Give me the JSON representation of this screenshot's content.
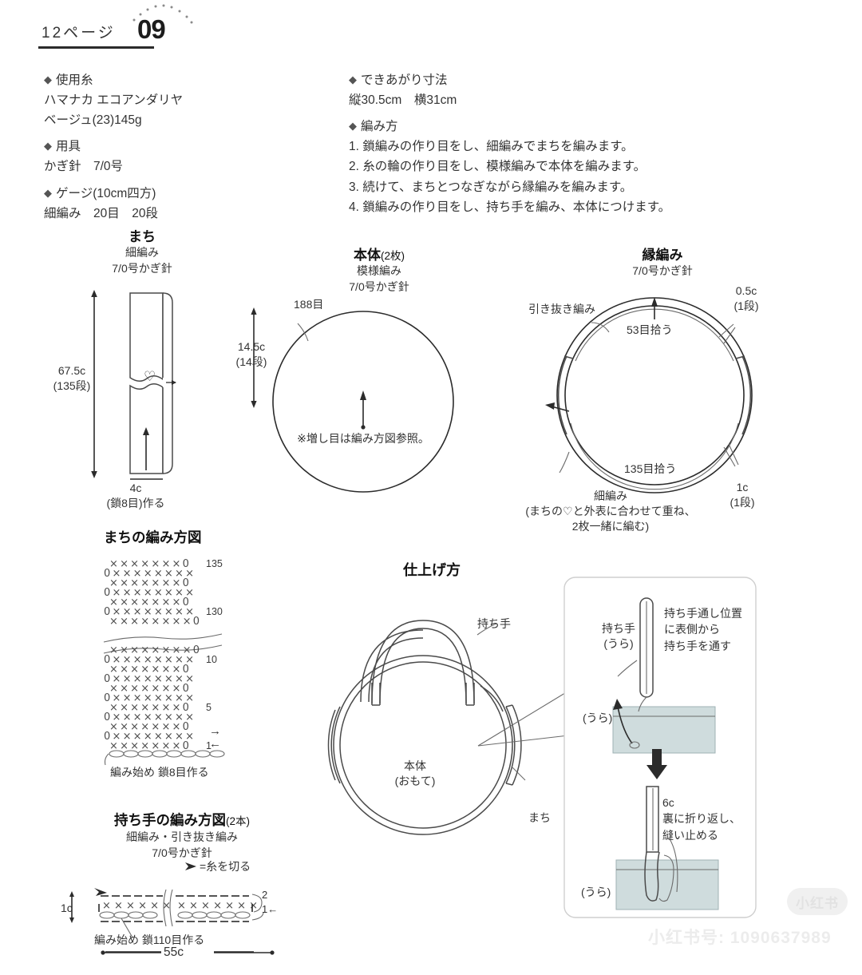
{
  "header": {
    "page_label": "12ページ",
    "number": "09"
  },
  "info_left": {
    "yarn_heading": "使用糸",
    "yarn_brand": "ハマナカ エコアンダリヤ",
    "yarn_color": "ベージュ(23)145g",
    "tools_heading": "用具",
    "tools_value": "かぎ針　7/0号",
    "gauge_heading": "ゲージ(10cm四方)",
    "gauge_value": "細編み　20目　20段"
  },
  "info_right": {
    "size_heading": "できあがり寸法",
    "size_value": "縦30.5cm　横31cm",
    "method_heading": "編み方",
    "steps": [
      "1. 鎖編みの作り目をし、細編みでまちを編みます。",
      "2. 糸の輪の作り目をし、模様編みで本体を編みます。",
      "3. 続けて、まちとつなぎながら縁編みを編みます。",
      "4. 鎖編みの作り目をし、持ち手を編み、本体につけます。"
    ]
  },
  "gusset": {
    "title": "まち",
    "sub1": "細編み",
    "sub2": "7/0号かぎ針",
    "height_label": "67.5c",
    "height_rows": "(135段)",
    "width_label": "4c",
    "width_note": "(鎖8目)作る",
    "heart": "♡"
  },
  "body_piece": {
    "title": "本体",
    "title_count": "(2枚)",
    "sub1": "模様編み",
    "sub2": "7/0号かぎ針",
    "stitches": "188目",
    "height_label": "14.5c",
    "height_rows": "(14段)",
    "note": "※増し目は編み方図参照。"
  },
  "edging": {
    "title": "縁編み",
    "sub": "7/0号かぎ針",
    "slip_stitch": "引き抜き編み",
    "pick_top": "53目拾う",
    "pick_bottom": "135目拾う",
    "top_right_c": "0.5c",
    "top_right_rows": "(1段)",
    "bottom_right_c": "1c",
    "bottom_right_rows": "(1段)",
    "sc_label": "細編み",
    "sc_note1": "(まちの♡と外表に合わせて重ね、",
    "sc_note2": "2枚一緒に編む)"
  },
  "gusset_chart": {
    "title": "まちの編み方図",
    "top_rows": [
      {
        "glyphs": "×××××××0",
        "lead": "",
        "label": "135"
      },
      {
        "glyphs": "0××××××××",
        "lead": "",
        "label": ""
      },
      {
        "glyphs": "×××××××0",
        "lead": "",
        "label": ""
      },
      {
        "glyphs": "0××××××××",
        "lead": "",
        "label": ""
      },
      {
        "glyphs": "×××××××0",
        "lead": "",
        "label": ""
      },
      {
        "glyphs": "0××××××××",
        "lead": "",
        "label": "130"
      },
      {
        "glyphs": "××××××××0",
        "lead": "",
        "label": ""
      }
    ],
    "bottom_rows": [
      {
        "glyphs": "××××××××0",
        "label": ""
      },
      {
        "glyphs": "0××××××××",
        "label": "10"
      },
      {
        "glyphs": "×××××××0",
        "label": ""
      },
      {
        "glyphs": "0××××××××",
        "label": ""
      },
      {
        "glyphs": "×××××××0",
        "label": ""
      },
      {
        "glyphs": "0××××××××",
        "label": ""
      },
      {
        "glyphs": "×××××××0",
        "label": "5"
      },
      {
        "glyphs": "0××××××××",
        "label": ""
      },
      {
        "glyphs": "×××××××0",
        "label": ""
      },
      {
        "glyphs": "0××××××××",
        "label": ""
      },
      {
        "glyphs": "×××××××0",
        "label": "1"
      }
    ],
    "start_note": "編み始め 鎖8目作る",
    "arrow_top": "→",
    "arrow_bottom": "←"
  },
  "handle_chart": {
    "title": "持ち手の編み方図",
    "title_count": "(2本)",
    "sub1": "細編み・引き抜き編み",
    "sub2": "7/0号かぎ針",
    "cut_legend": "=糸を切る",
    "height_label": "1c",
    "row2": "2",
    "row1": "1",
    "row1_arrow": "←",
    "start_note": "編み始め 鎖110目作る",
    "width_label": "55c",
    "glyphs": "××××××××"
  },
  "finishing": {
    "title": "仕上げ方",
    "handle_label": "持ち手",
    "body_label": "本体",
    "body_side": "(おもて)",
    "gusset_label": "まち",
    "detail": {
      "handle_label": "持ち手",
      "handle_side": "(うら)",
      "instruction_l1": "持ち手通し位置",
      "instruction_l2": "に表側から",
      "instruction_l3": "持ち手を通す",
      "back_label_top": "(うら)",
      "fold_len": "6c",
      "fold_l1": "裏に折り返し、",
      "fold_l2": "縫い止める",
      "back_label_bottom": "(うら)"
    }
  },
  "watermark": {
    "badge": "小红书",
    "id": "小红书号: 1090637989"
  },
  "colors": {
    "ink": "#2b2b2b",
    "line": "#4a4a4a",
    "fabric": "#cfdcdd",
    "watermark": "#ececec"
  }
}
